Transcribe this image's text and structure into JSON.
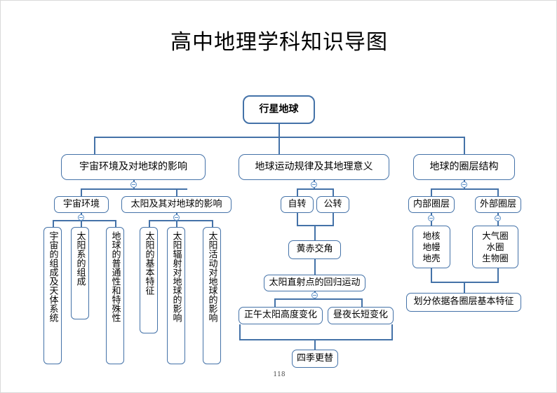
{
  "document": {
    "title": "高中地理学科知识导图",
    "page_number": "118"
  },
  "colors": {
    "node_border": "#4472A8",
    "connector": "#4472A8",
    "toggle": "#5B8FC7",
    "background": "#ffffff",
    "text": "#000000"
  },
  "diagram": {
    "type": "mindmap",
    "root": {
      "label": "行星地球"
    },
    "branches": [
      {
        "label": "宇宙环境及对地球的影响",
        "children": [
          {
            "label": "宇宙环境",
            "children": [
              {
                "label": "宇宙的组成及天体系统",
                "orientation": "vertical"
              },
              {
                "label": "太阳系的组成",
                "orientation": "vertical"
              },
              {
                "label": "地球的普通性和特殊性",
                "orientation": "vertical"
              }
            ]
          },
          {
            "label": "太阳及其对地球的影响",
            "children": [
              {
                "label": "太阳的基本特征",
                "orientation": "vertical"
              },
              {
                "label": "太阳辐射对地球的影响",
                "orientation": "vertical"
              },
              {
                "label": "太阳活动对地球的影响",
                "orientation": "vertical"
              }
            ]
          }
        ]
      },
      {
        "label": "地球运动规律及其地理意义",
        "children": [
          {
            "label": "自转"
          },
          {
            "label": "公转"
          }
        ],
        "chain": [
          {
            "label": "黄赤交角"
          },
          {
            "label": "太阳直射点的回归运动"
          },
          {
            "label": "正午太阳高度变化"
          },
          {
            "label": "昼夜长短变化"
          },
          {
            "label": "四季更替"
          }
        ]
      },
      {
        "label": "地球的圈层结构",
        "children": [
          {
            "label": "内部圈层",
            "detail": "地核\n地幔\n地壳"
          },
          {
            "label": "外部圈层",
            "detail": "大气圈\n水圈\n生物圈"
          }
        ],
        "summary": {
          "label": "划分依据各圈层基本特征"
        }
      }
    ]
  },
  "nodes": {
    "root": "行星地球",
    "b1": "宇宙环境及对地球的影响",
    "b2": "地球运动规律及其地理意义",
    "b3": "地球的圈层结构",
    "b1c1": "宇宙环境",
    "b1c2": "太阳及其对地球的影响",
    "b1c1g1": "宇宙的组成及天体系统",
    "b1c1g2": "太阳系的组成",
    "b1c1g3": "地球的普通性和特殊性",
    "b1c2g1": "太阳的基本特征",
    "b1c2g2": "太阳辐射对地球的影响",
    "b1c2g3": "太阳活动对地球的影响",
    "b2c1": "自转",
    "b2c2": "公转",
    "b2c3": "黄赤交角",
    "b2c4": "太阳直射点的回归运动",
    "b2c5": "正午太阳高度变化",
    "b2c6": "昼夜长短变化",
    "b2c7": "四季更替",
    "b3c1": "内部圈层",
    "b3c2": "外部圈层",
    "b3c1g1": "地核",
    "b3c1g2": "地幔",
    "b3c1g3": "地壳",
    "b3c2g1": "大气圈",
    "b3c2g2": "水圈",
    "b3c2g3": "生物圈",
    "b3s": "划分依据各圈层基本特征"
  }
}
